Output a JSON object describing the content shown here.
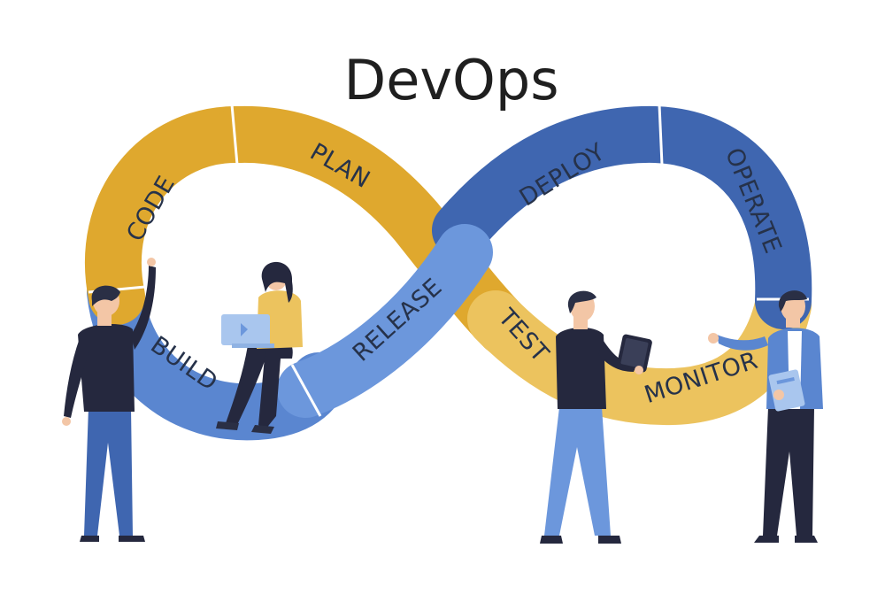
{
  "title": "DevOps",
  "stages": {
    "code": "CODE",
    "plan": "PLAN",
    "build": "BUILD",
    "release": "RELEASE",
    "test": "TEST",
    "deploy": "DEPLOY",
    "operate": "OPERATE",
    "monitor": "MONITOR"
  },
  "colors": {
    "yellow": "#dfa82e",
    "yellow_light": "#ecc35e",
    "blue_dark": "#3f66b0",
    "blue_mid": "#5a86d0",
    "blue_light": "#6c97dc",
    "navy": "#25283e",
    "skin": "#f3c6a6",
    "hair": "#2a2f45"
  }
}
